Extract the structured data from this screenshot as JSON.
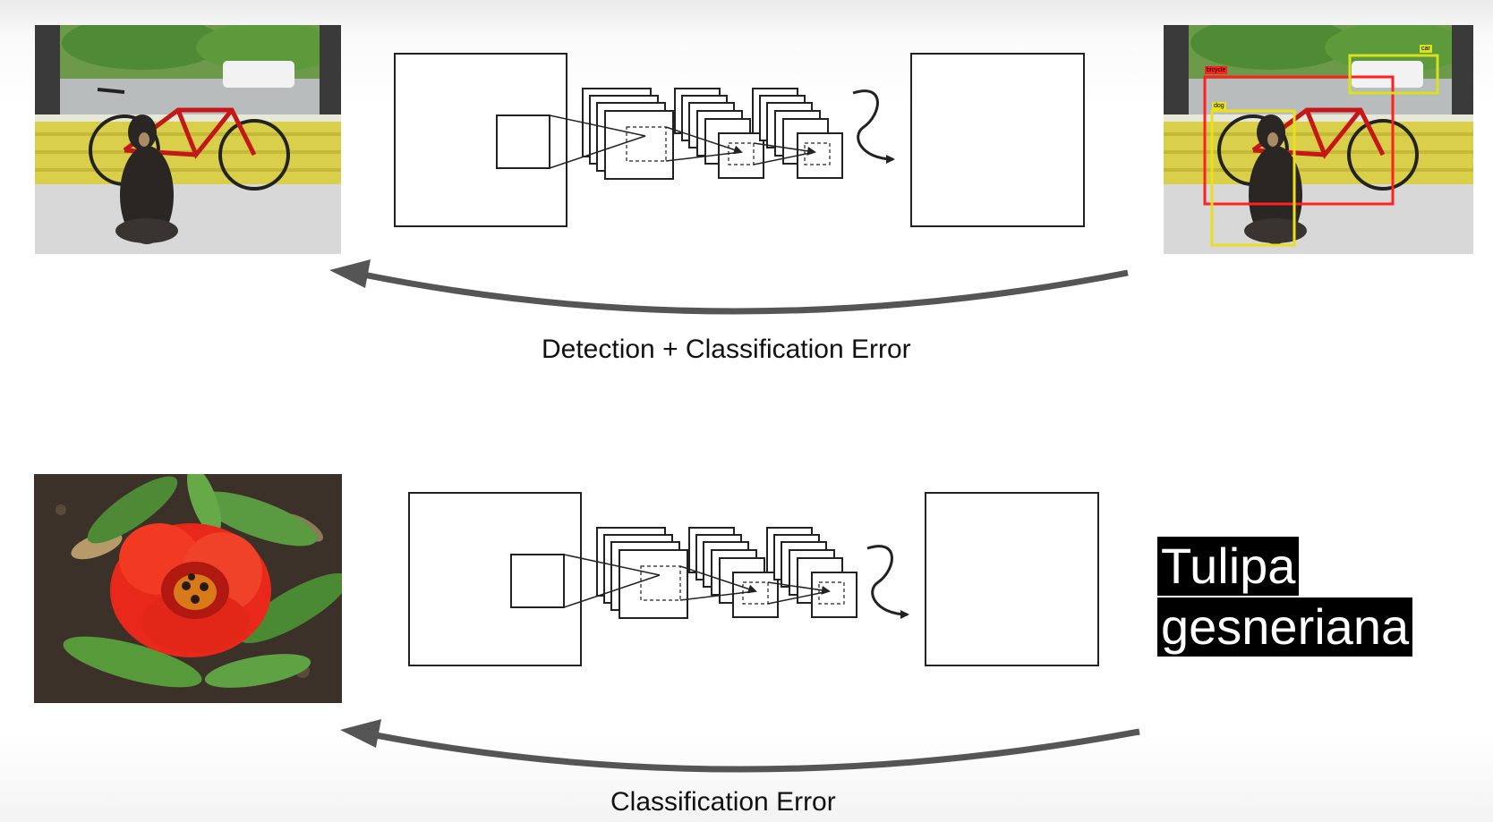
{
  "top_row": {
    "caption": "Detection + Classification Error",
    "detections": [
      {
        "label": "bicycle",
        "color": "#ff2020"
      },
      {
        "label": "dog",
        "color": "#e8e020"
      },
      {
        "label": "car",
        "color": "#d8e020"
      }
    ]
  },
  "bottom_row": {
    "caption": "Classification Error",
    "species_label": [
      "Tulipa",
      "gesneriana"
    ]
  },
  "colors": {
    "arrow": "#555555",
    "stroke": "#222222",
    "label_bg": "#000000",
    "label_fg": "#ffffff"
  }
}
